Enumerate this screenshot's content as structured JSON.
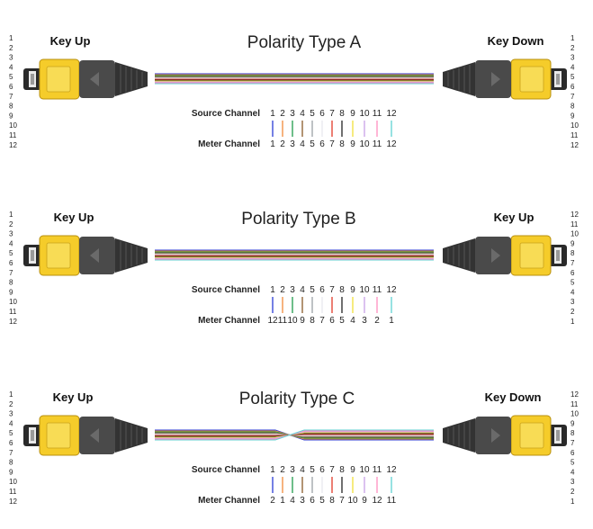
{
  "colors": [
    "#2b3bd6",
    "#f08a3a",
    "#1f9a4a",
    "#8a5a2a",
    "#9aa0a6",
    "#e8e8ee",
    "#e23a2a",
    "#222222",
    "#f2e03a",
    "#c8a0e8",
    "#ff8fbf",
    "#5fd2d2"
  ],
  "connector_colors": {
    "yellow": "#f5cc2a",
    "body": "#4a4a4a",
    "boot": "#333333"
  },
  "source_label": "Source Channel",
  "meter_label": "Meter Channel",
  "panels": [
    {
      "title": "Polarity Type A",
      "left_key": "Key Up",
      "right_key": "Key Down",
      "left_pins": [
        "1",
        "2",
        "3",
        "4",
        "5",
        "6",
        "7",
        "8",
        "9",
        "10",
        "11",
        "12"
      ],
      "right_pins": [
        "1",
        "2",
        "3",
        "4",
        "5",
        "6",
        "7",
        "8",
        "9",
        "10",
        "11",
        "12"
      ],
      "source": [
        "1",
        "2",
        "3",
        "4",
        "5",
        "6",
        "7",
        "8",
        "9",
        "10",
        "11",
        "12"
      ],
      "meter": [
        "1",
        "2",
        "3",
        "4",
        "5",
        "6",
        "7",
        "8",
        "9",
        "10",
        "11",
        "12"
      ],
      "crossed": false
    },
    {
      "title": "Polarity Type B",
      "left_key": "Key Up",
      "right_key": "Key Up",
      "left_pins": [
        "1",
        "2",
        "3",
        "4",
        "5",
        "6",
        "7",
        "8",
        "9",
        "10",
        "11",
        "12"
      ],
      "right_pins": [
        "12",
        "11",
        "10",
        "9",
        "8",
        "7",
        "6",
        "5",
        "4",
        "3",
        "2",
        "1"
      ],
      "source": [
        "1",
        "2",
        "3",
        "4",
        "5",
        "6",
        "7",
        "8",
        "9",
        "10",
        "11",
        "12"
      ],
      "meter": [
        "12",
        "11",
        "10",
        "9",
        "8",
        "7",
        "6",
        "5",
        "4",
        "3",
        "2",
        "1"
      ],
      "crossed": false
    },
    {
      "title": "Polarity Type C",
      "left_key": "Key Up",
      "right_key": "Key Down",
      "left_pins": [
        "1",
        "2",
        "3",
        "4",
        "5",
        "6",
        "7",
        "8",
        "9",
        "10",
        "11",
        "12"
      ],
      "right_pins": [
        "12",
        "11",
        "10",
        "9",
        "8",
        "7",
        "6",
        "5",
        "4",
        "3",
        "2",
        "1"
      ],
      "source": [
        "1",
        "2",
        "3",
        "4",
        "5",
        "6",
        "7",
        "8",
        "9",
        "10",
        "11",
        "12"
      ],
      "meter": [
        "2",
        "1",
        "4",
        "3",
        "6",
        "5",
        "8",
        "7",
        "10",
        "9",
        "12",
        "11"
      ],
      "crossed": true
    }
  ]
}
